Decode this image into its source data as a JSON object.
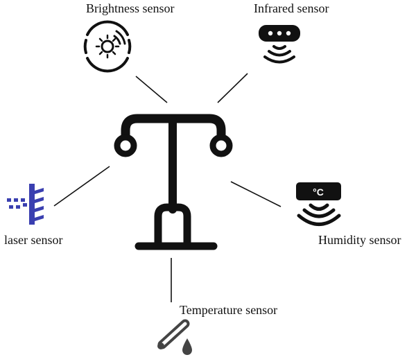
{
  "labels": {
    "brightness": "Brightness sensor",
    "infrared": "Infrared sensor",
    "laser": "laser sensor",
    "humidity": "Humidity sensor",
    "temperature": "Temperature sensor"
  },
  "humidity_icon_text": "°C",
  "icons": {
    "center": "street-lamp-icon",
    "brightness": "light-sensor-icon",
    "infrared": "infrared-sensor-icon",
    "laser": "laser-sensor-icon",
    "humidity": "humidity-sensor-icon",
    "temperature": "thermometer-drop-icon"
  },
  "colors": {
    "icon": "#111111",
    "laser": "#3a3fb0",
    "connector": "#111111"
  }
}
